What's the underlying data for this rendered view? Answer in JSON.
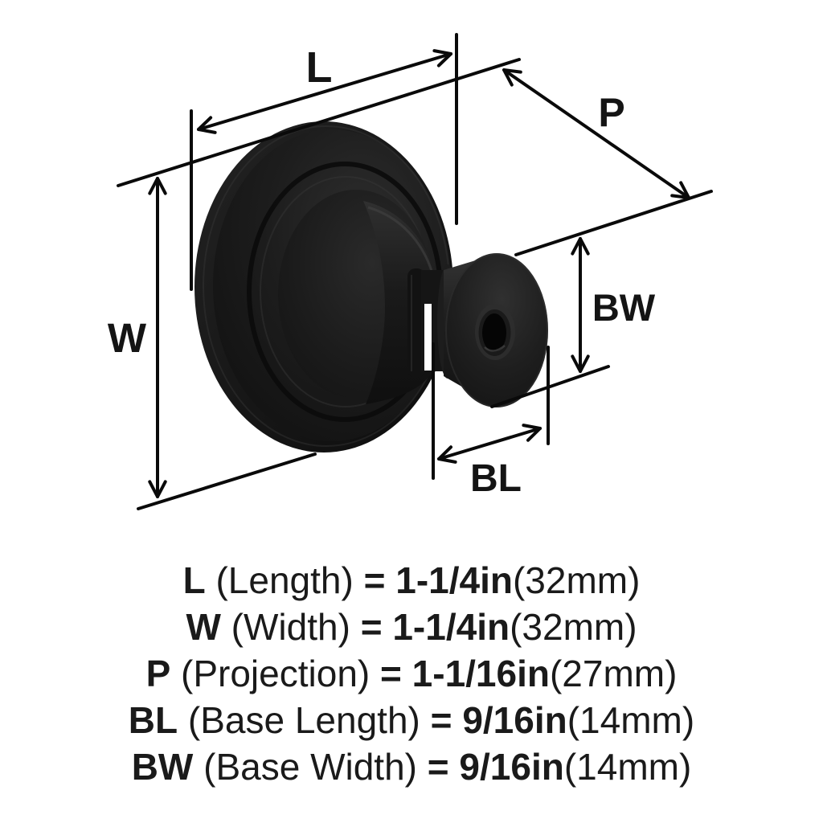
{
  "diagram": {
    "title": "cabinet-knob-dimension-diagram",
    "labels": {
      "length": "L",
      "width": "W",
      "projection": "P",
      "base_width": "BW",
      "base_length": "BL"
    },
    "colors": {
      "background": "#ffffff",
      "dimension_line": "#0a0a0a",
      "text": "#1a1a1a",
      "knob_body": "#1b1b1b"
    }
  },
  "specs": [
    {
      "abbr": "L",
      "name": "(Length)",
      "eq": "=",
      "value": "1-1/4in",
      "metric": "(32mm)"
    },
    {
      "abbr": "W",
      "name": "(Width)",
      "eq": "=",
      "value": "1-1/4in",
      "metric": "(32mm)"
    },
    {
      "abbr": "P",
      "name": "(Projection)",
      "eq": "=",
      "value": "1-1/16in",
      "metric": "(27mm)"
    },
    {
      "abbr": "BL",
      "name": "(Base Length)",
      "eq": "=",
      "value": "9/16in",
      "metric": "(14mm)"
    },
    {
      "abbr": "BW",
      "name": "(Base Width)",
      "eq": "=",
      "value": "9/16in",
      "metric": "(14mm)"
    }
  ]
}
